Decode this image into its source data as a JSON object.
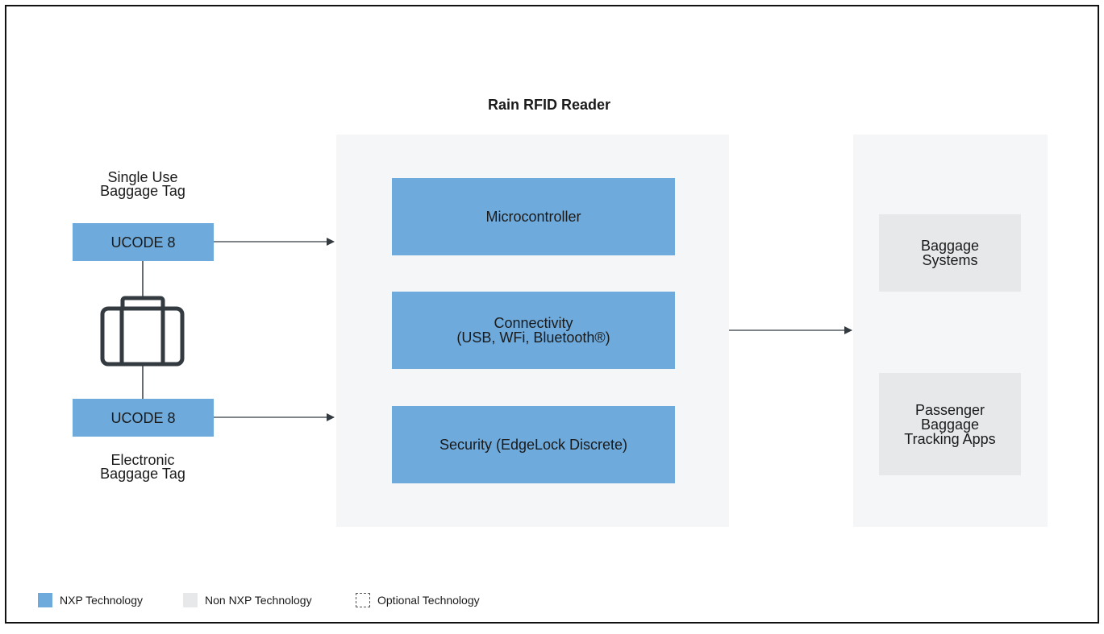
{
  "diagram": {
    "title": "Rain RFID Reader",
    "left": {
      "top_label": "Single Use\nBaggage Tag",
      "top_chip": "UCODE 8",
      "bottom_chip": "UCODE 8",
      "bottom_label": "Electronic\nBaggage Tag",
      "icon": "suitcase-icon"
    },
    "reader_blocks": [
      {
        "label": "Microcontroller"
      },
      {
        "label": "Connectivity\n(USB, WFi, Bluetooth®)"
      },
      {
        "label": "Security (EdgeLock Discrete)"
      }
    ],
    "right_blocks": [
      {
        "label": "Baggage\nSystems"
      },
      {
        "label": "Passenger\nBaggage\nTracking Apps"
      }
    ]
  },
  "legend": {
    "nxp": {
      "label": "NXP Technology",
      "color": "#6eaadb"
    },
    "non_nxp": {
      "label": "Non NXP Technology",
      "color": "#e6e8ea"
    },
    "optional": {
      "label": "Optional Technology"
    }
  },
  "colors": {
    "nxp_blue": "#6eaadb",
    "non_nxp_grey": "#e6e8ea",
    "panel_bg": "#f5f6f8",
    "connector": "#333a40"
  }
}
